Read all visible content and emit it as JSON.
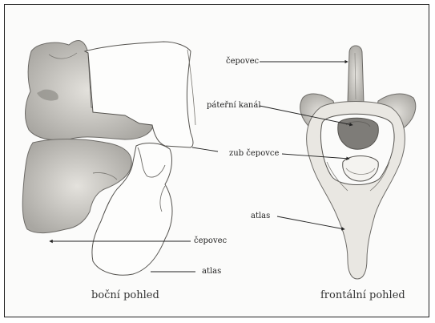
{
  "labels": {
    "cepovec_front": "čepovec",
    "patetni_kanal": "páteřní kanál",
    "zub_cepovce": "zub čepovce",
    "atlas_front": "atlas",
    "cepovec_side": "čepovec",
    "atlas_side": "atlas"
  },
  "captions": {
    "side": "boční pohled",
    "front": "frontální pohled"
  }
}
